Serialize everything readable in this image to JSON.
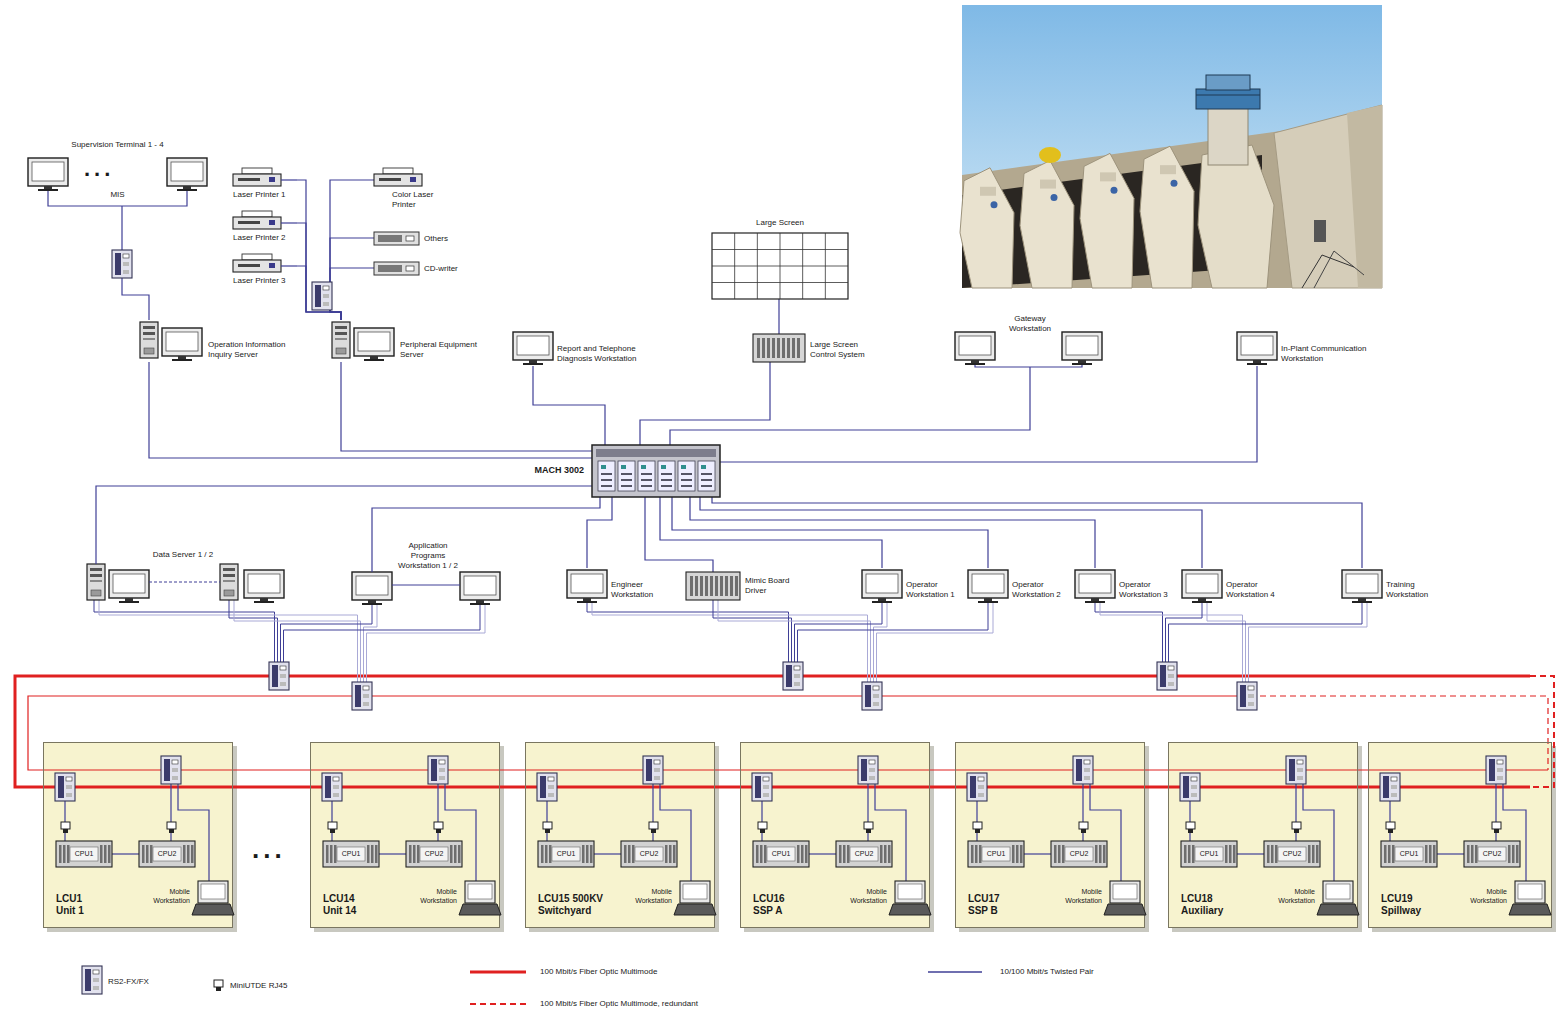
{
  "diagram": {
    "nodes": [
      {
        "text": [
          "Supervision Terminal 1 - 4",
          "MIS"
        ]
      },
      {
        "text": [
          "Laser Printer 1"
        ]
      },
      {
        "text": [
          "Color Laser Printer"
        ]
      },
      {
        "text": [
          "Laser Printer 2"
        ]
      },
      {
        "text": [
          "Others"
        ]
      },
      {
        "text": [
          "Laser Printer 3"
        ]
      },
      {
        "text": [
          "CD-writer"
        ]
      },
      {
        "text": [
          "Operation Information Inquiry Server"
        ]
      },
      {
        "text": [
          "Peripheral Equipment Server"
        ]
      },
      {
        "text": [
          "Report and Telephone Diagnosis Workstation"
        ]
      },
      {
        "text": [
          "Large Screen"
        ]
      },
      {
        "text": [
          "Large Screen Control System"
        ]
      },
      {
        "text": [
          "Gateway Workstation"
        ]
      },
      {
        "text": [
          "In-Plant Communication Workstation"
        ]
      },
      {
        "text": [
          "MACH 3002"
        ]
      },
      {
        "text": [
          "Data Server 1 / 2"
        ]
      },
      {
        "text": [
          "Application Programs Workstation 1 / 2"
        ]
      },
      {
        "text": [
          "Engineer Workstation"
        ]
      },
      {
        "text": [
          "Mimic Board Driver"
        ]
      },
      {
        "text": [
          "Operator Workstation 1"
        ]
      },
      {
        "text": [
          "Operator Workstation 2"
        ]
      },
      {
        "text": [
          "Operator Workstation 3"
        ]
      },
      {
        "text": [
          "Operator Workstation 4"
        ]
      },
      {
        "text": [
          "Training Workstation"
        ]
      },
      {
        "text": [
          "LCU1 Unit 1"
        ]
      },
      {
        "text": [
          "CPU1"
        ],
        "in": 24
      },
      {
        "text": [
          "CPU2"
        ],
        "in": 24
      },
      {
        "text": [
          "Mobile Workstation"
        ],
        "in": 24
      },
      {
        "text": [
          "LCU14 Unit 14"
        ]
      },
      {
        "text": [
          "CPU1"
        ],
        "in": 28
      },
      {
        "text": [
          "CPU2"
        ],
        "in": 28
      },
      {
        "text": [
          "Mobile Workstation"
        ],
        "in": 28
      },
      {
        "text": [
          "LCU15 500KV Switchyard"
        ]
      },
      {
        "text": [
          "CPU1"
        ],
        "in": 32
      },
      {
        "text": [
          "CPU2"
        ],
        "in": 32
      },
      {
        "text": [
          "Mobile Workstation"
        ],
        "in": 32
      },
      {
        "text": [
          "LCU16 SSP A"
        ]
      },
      {
        "text": [
          "CPU1"
        ],
        "in": 36
      },
      {
        "text": [
          "CPU2"
        ],
        "in": 36
      },
      {
        "text": [
          "Mobile Workstation"
        ],
        "in": 36
      },
      {
        "text": [
          "LCU17 SSP B"
        ]
      },
      {
        "text": [
          "CPU1"
        ],
        "in": 40
      },
      {
        "text": [
          "CPU2"
        ],
        "in": 40
      },
      {
        "text": [
          "Mobile Workstation"
        ],
        "in": 40
      },
      {
        "text": [
          "LCU18 Auxiliary"
        ]
      },
      {
        "text": [
          "CPU1"
        ],
        "in": 44
      },
      {
        "text": [
          "CPU2"
        ],
        "in": 44
      },
      {
        "text": [
          "Mobile Workstation"
        ],
        "in": 44
      },
      {
        "text": [
          "LCU19 Spillway"
        ]
      },
      {
        "text": [
          "CPU1"
        ],
        "in": 48
      },
      {
        "text": [
          "CPU2"
        ],
        "in": 48
      },
      {
        "text": [
          "Mobile Workstation"
        ],
        "in": 48
      }
    ],
    "edges": [
      {
        "from": 0,
        "to": 7,
        "arrow": "none"
      },
      {
        "from": 1,
        "to": 8,
        "arrow": "none"
      },
      {
        "from": 2,
        "to": 8,
        "arrow": "none"
      },
      {
        "from": 3,
        "to": 8,
        "arrow": "none"
      },
      {
        "from": 4,
        "to": 8,
        "arrow": "none"
      },
      {
        "from": 5,
        "to": 8,
        "arrow": "none"
      },
      {
        "from": 6,
        "to": 8,
        "arrow": "none"
      },
      {
        "from": 7,
        "to": 14,
        "arrow": "none"
      },
      {
        "from": 8,
        "to": 14,
        "arrow": "none"
      },
      {
        "from": 9,
        "to": 14,
        "arrow": "none"
      },
      {
        "from": 10,
        "to": 11,
        "arrow": "none"
      },
      {
        "from": 11,
        "to": 14,
        "arrow": "none"
      },
      {
        "from": 12,
        "to": 14,
        "arrow": "none"
      },
      {
        "from": 13,
        "to": 14,
        "arrow": "none"
      },
      {
        "from": 15,
        "to": 14,
        "arrow": "none"
      },
      {
        "from": 16,
        "to": 14,
        "arrow": "none"
      },
      {
        "from": 17,
        "to": 14,
        "arrow": "none"
      },
      {
        "from": 18,
        "to": 14,
        "arrow": "none"
      },
      {
        "from": 19,
        "to": 14,
        "arrow": "none"
      },
      {
        "from": 20,
        "to": 14,
        "arrow": "none"
      },
      {
        "from": 21,
        "to": 14,
        "arrow": "none"
      },
      {
        "from": 22,
        "to": 14,
        "arrow": "none"
      },
      {
        "from": 23,
        "to": 14,
        "arrow": "none"
      },
      {
        "from": 25,
        "to": 26,
        "arrow": "none"
      },
      {
        "from": 29,
        "to": 30,
        "arrow": "none"
      },
      {
        "from": 33,
        "to": 34,
        "arrow": "none"
      },
      {
        "from": 37,
        "to": 38,
        "arrow": "none"
      },
      {
        "from": 41,
        "to": 42,
        "arrow": "none"
      },
      {
        "from": 45,
        "to": 46,
        "arrow": "none"
      },
      {
        "from": 49,
        "to": 50,
        "arrow": "none"
      }
    ],
    "labels": [
      "...",
      "..."
    ],
    "legend": [
      {
        "text": "RS2-FX/FX"
      },
      {
        "text": "MiniUTDE RJ45"
      },
      {
        "text": "100 Mbit/s Fiber Optic Multimode"
      },
      {
        "text": "100 Mbit/s Fiber Optic Multimode, redundant"
      },
      {
        "text": "10/100 Mbit/s Twisted Pair"
      }
    ]
  }
}
